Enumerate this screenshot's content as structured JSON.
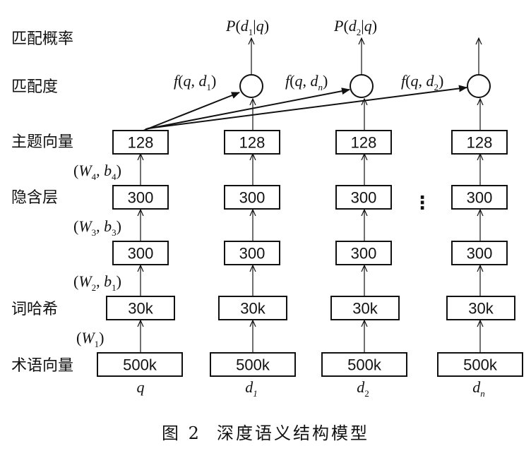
{
  "row_labels": {
    "match_prob": "匹配概率",
    "match_degree": "匹配度",
    "topic_vector": "主题向量",
    "hidden_layer": "隐含层",
    "word_hash": "词哈希",
    "term_vector": "术语向量"
  },
  "columns": {
    "q": {
      "name": "q",
      "sub": ""
    },
    "d1": {
      "name": "d",
      "sub": "1"
    },
    "d2": {
      "name": "d",
      "sub": "2"
    },
    "dn": {
      "name": "d",
      "sub": "n"
    }
  },
  "layer_sizes": {
    "term": "500k",
    "hash": "30k",
    "hidden1": "300",
    "hidden2": "300",
    "topic": "128"
  },
  "weights": {
    "w1": {
      "W": "W",
      "Wsub": "1"
    },
    "w2": {
      "W": "W",
      "Wsub": "2",
      "b": "b",
      "bsub": "1"
    },
    "w3": {
      "W": "W",
      "Wsub": "3",
      "b": "b",
      "bsub": "3"
    },
    "w4": {
      "W": "W",
      "Wsub": "4",
      "b": "b",
      "bsub": "4"
    }
  },
  "similarity": {
    "s1": {
      "f": "f",
      "q": "q",
      "d": "d",
      "sub": "1"
    },
    "s2": {
      "f": "f",
      "q": "q",
      "d": "d",
      "sub": "n"
    },
    "s3": {
      "f": "f",
      "q": "q",
      "d": "d",
      "sub": "2"
    }
  },
  "probability": {
    "p1": {
      "P": "P",
      "d": "d",
      "sub": "1",
      "q": "q"
    },
    "p2": {
      "P": "P",
      "d": "d",
      "sub": "2",
      "q": "q"
    }
  },
  "ellipsis": "⋮",
  "caption": {
    "figure": "图 2",
    "title": "深度语义结构模型"
  }
}
